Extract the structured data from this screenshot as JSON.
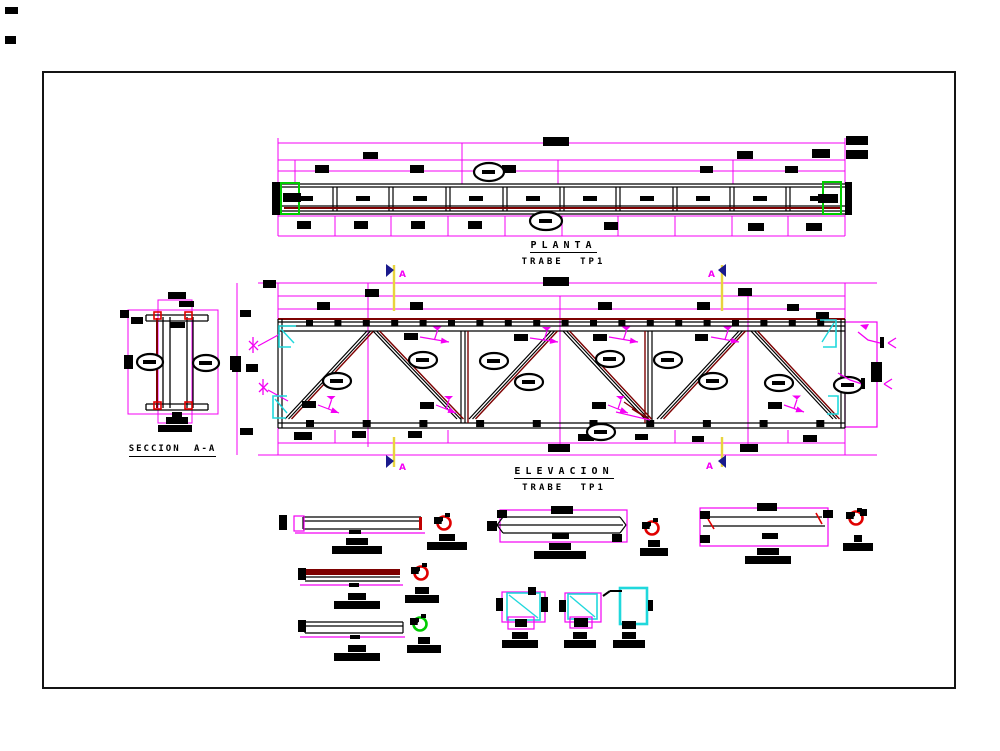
{
  "drawing": {
    "plan_title": "PLANTA",
    "plan_subtitle": "TRABE TP1",
    "elevation_title": "ELEVACION",
    "elevation_subtitle": "TRABE TP1",
    "section_title": "SECCION A-A",
    "section_cut_label": "A"
  },
  "colors": {
    "dimension_magenta": "#F400F4",
    "member_dark_red": "#7E0101",
    "bracket_green": "#00CC00",
    "detail_cyan": "#20D8DC",
    "cut_line_yellow": "#E8D43E",
    "cut_arrow_navy": "#1A1A8C",
    "ink_black": "#000000",
    "paper_white": "#FFFFFF"
  }
}
